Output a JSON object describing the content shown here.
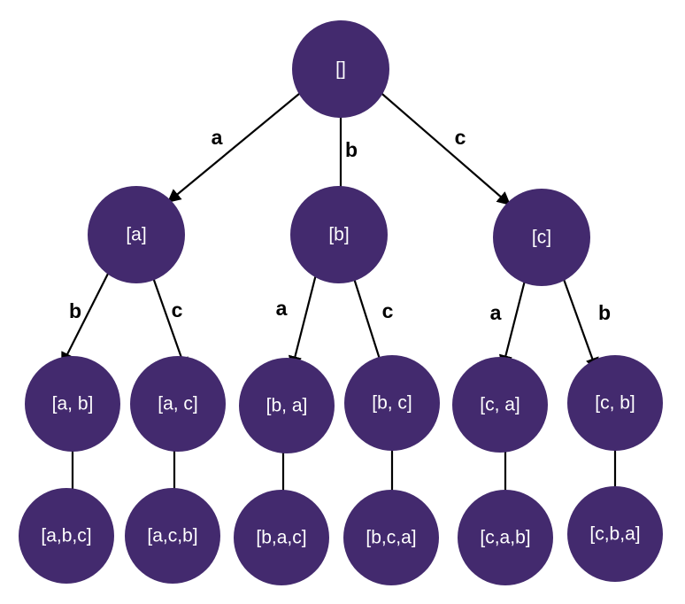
{
  "diagram": {
    "title": "Permutation tree of [a, b, c]",
    "node_color": "#432a6e",
    "nodes": [
      {
        "id": "root",
        "label": "[]"
      },
      {
        "id": "a",
        "label": "[a]"
      },
      {
        "id": "b",
        "label": "[b]"
      },
      {
        "id": "c",
        "label": "[c]"
      },
      {
        "id": "ab",
        "label": "[a, b]"
      },
      {
        "id": "ac",
        "label": "[a, c]"
      },
      {
        "id": "ba",
        "label": "[b, a]"
      },
      {
        "id": "bc",
        "label": "[b, c]"
      },
      {
        "id": "ca",
        "label": "[c, a]"
      },
      {
        "id": "cb",
        "label": "[c, b]"
      },
      {
        "id": "abc",
        "label": "[a,b,c]"
      },
      {
        "id": "acb",
        "label": "[a,c,b]"
      },
      {
        "id": "bac",
        "label": "[b,a,c]"
      },
      {
        "id": "bca",
        "label": "[b,c,a]"
      },
      {
        "id": "cab",
        "label": "[c,a,b]"
      },
      {
        "id": "cba",
        "label": "[c,b,a]"
      }
    ],
    "edges": [
      {
        "from": "root",
        "to": "a",
        "label": "a"
      },
      {
        "from": "root",
        "to": "b",
        "label": "b"
      },
      {
        "from": "root",
        "to": "c",
        "label": "c"
      },
      {
        "from": "a",
        "to": "ab",
        "label": "b"
      },
      {
        "from": "a",
        "to": "ac",
        "label": "c"
      },
      {
        "from": "b",
        "to": "ba",
        "label": "a"
      },
      {
        "from": "b",
        "to": "bc",
        "label": "c"
      },
      {
        "from": "c",
        "to": "ca",
        "label": "a"
      },
      {
        "from": "c",
        "to": "cb",
        "label": "b"
      },
      {
        "from": "ab",
        "to": "abc",
        "label": ""
      },
      {
        "from": "ac",
        "to": "acb",
        "label": ""
      },
      {
        "from": "ba",
        "to": "bac",
        "label": ""
      },
      {
        "from": "bc",
        "to": "bca",
        "label": ""
      },
      {
        "from": "ca",
        "to": "cab",
        "label": ""
      },
      {
        "from": "cb",
        "to": "cba",
        "label": ""
      }
    ]
  }
}
